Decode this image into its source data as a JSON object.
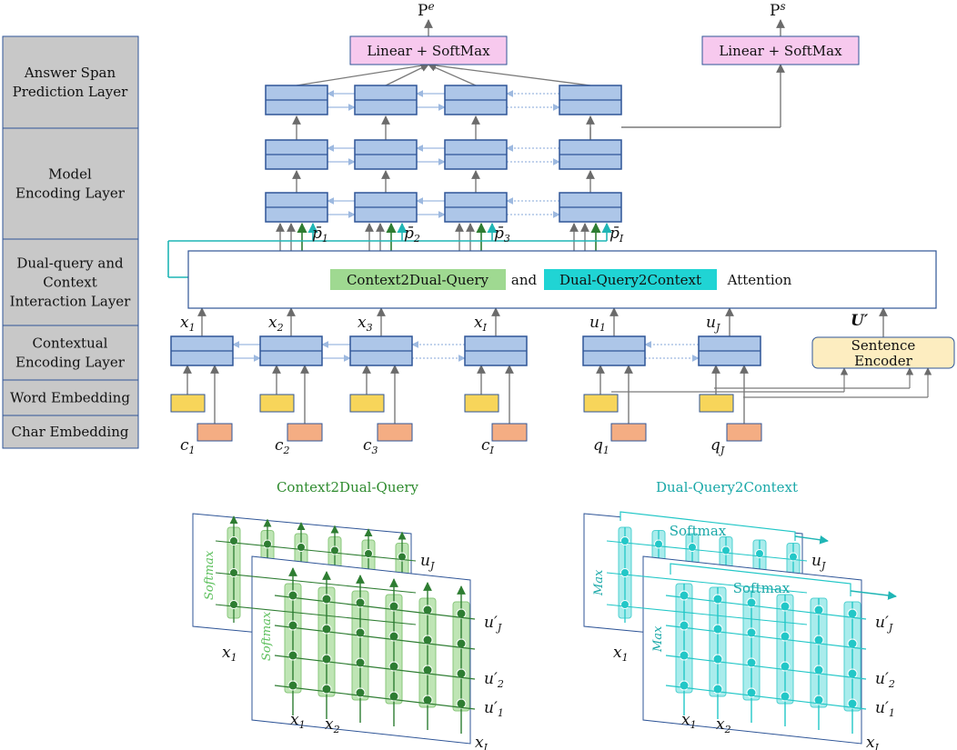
{
  "layers": [
    {
      "id": "answer-span",
      "lines": [
        "Answer Span",
        "Prediction Layer"
      ]
    },
    {
      "id": "model-encoding",
      "lines": [
        "Model",
        "Encoding Layer"
      ]
    },
    {
      "id": "dual-query",
      "lines": [
        "Dual-query and",
        "Context",
        "Interaction Layer"
      ]
    },
    {
      "id": "contextual",
      "lines": [
        "Contextual",
        "Encoding Layer"
      ]
    },
    {
      "id": "word-embedding",
      "lines": [
        "Word Embedding"
      ]
    },
    {
      "id": "char-embedding",
      "lines": [
        "Char Embedding"
      ]
    }
  ],
  "outputs": {
    "end": {
      "base": "P",
      "sup": "e"
    },
    "start": {
      "base": "P",
      "sup": "s"
    },
    "softmax_label": "Linear + SoftMax"
  },
  "attention": {
    "c2q_label": "Context2Dual-Query",
    "and_label": "and",
    "q2c_label": "Dual-Query2Context",
    "attention_label": "Attention"
  },
  "p_labels": [
    {
      "base": "p̄",
      "sub": "1"
    },
    {
      "base": "p̄",
      "sub": "2"
    },
    {
      "base": "p̄",
      "sub": "3"
    },
    {
      "base": "p̄",
      "sub": "I"
    }
  ],
  "x_labels": [
    {
      "base": "x",
      "sub": "1"
    },
    {
      "base": "x",
      "sub": "2"
    },
    {
      "base": "x",
      "sub": "3"
    },
    {
      "base": "x",
      "sub": "I"
    }
  ],
  "u_labels": [
    {
      "base": "u",
      "sub": "1"
    },
    {
      "base": "u",
      "sub": "J"
    }
  ],
  "u_prime_label": "U′",
  "sentence_encoder": [
    "Sentence",
    "Encoder"
  ],
  "c_labels": [
    {
      "base": "c",
      "sub": "1"
    },
    {
      "base": "c",
      "sub": "2"
    },
    {
      "base": "c",
      "sub": "3"
    },
    {
      "base": "c",
      "sub": "I"
    }
  ],
  "q_labels": [
    {
      "base": "q",
      "sub": "1"
    },
    {
      "base": "q",
      "sub": "J"
    }
  ],
  "subfig_left": {
    "title": "Context2Dual-Query",
    "softmax": "Softmax",
    "back_u": {
      "base": "u",
      "sub": "J"
    },
    "front_u_labels": [
      {
        "base": "u′",
        "sub": "J"
      },
      {
        "base": "u′",
        "sub": "2"
      },
      {
        "base": "u′",
        "sub": "1"
      }
    ],
    "back_x": {
      "base": "x",
      "sub": "1"
    },
    "front_x_labels": [
      {
        "base": "x",
        "sub": "1"
      },
      {
        "base": "x",
        "sub": "2"
      },
      {
        "base": "x",
        "sub": "I"
      }
    ]
  },
  "subfig_right": {
    "title": "Dual-Query2Context",
    "softmax": "Softmax",
    "max": "Max",
    "back_u": {
      "base": "u",
      "sub": "J"
    },
    "front_u_labels": [
      {
        "base": "u′",
        "sub": "J"
      },
      {
        "base": "u′",
        "sub": "2"
      },
      {
        "base": "u′",
        "sub": "1"
      }
    ],
    "back_x": {
      "base": "x",
      "sub": "1"
    },
    "front_x_labels": [
      {
        "base": "x",
        "sub": "1"
      },
      {
        "base": "x",
        "sub": "2"
      },
      {
        "base": "x",
        "sub": "I"
      }
    ]
  },
  "colors": {
    "lstm_fill": "#adc6e8",
    "lstm_stroke": "#2f5597",
    "word_emb": "#f7d55a",
    "char_emb": "#f4ad83",
    "softmax_box": "#f7c9ee",
    "layer_label_bg": "#c8c8c8",
    "green_label": "#9fd991",
    "teal_label": "#20d4d4",
    "sentence_encoder": "#fdedc0",
    "green_dot": "#2e7d32",
    "teal_dot": "#22c7c7"
  }
}
